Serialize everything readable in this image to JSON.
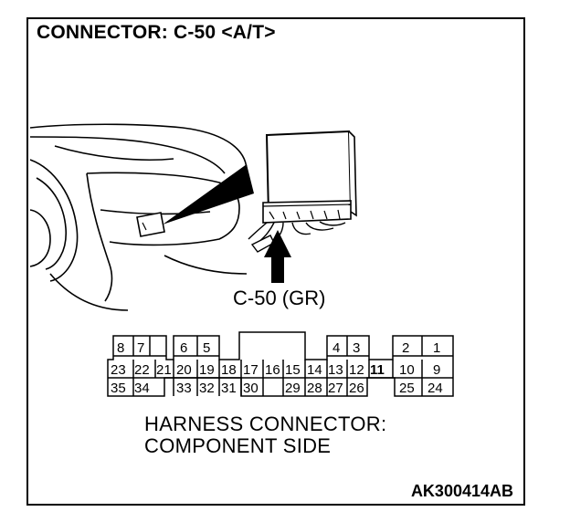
{
  "title": "CONNECTOR: C-50 <A/T>",
  "callout_label": "C-50 (GR)",
  "harness_line1": "HARNESS CONNECTOR:",
  "harness_line2": "COMPONENT SIDE",
  "figure_code": "AK300414AB",
  "pins": {
    "p1": "1",
    "p2": "2",
    "p3": "3",
    "p4": "4",
    "p5": "5",
    "p6": "6",
    "p7": "7",
    "p8": "8",
    "p9": "9",
    "p10": "10",
    "p11": "11",
    "p12": "12",
    "p13": "13",
    "p14": "14",
    "p15": "15",
    "p16": "16",
    "p17": "17",
    "p18": "18",
    "p19": "19",
    "p20": "20",
    "p21": "21",
    "p22": "22",
    "p23": "23",
    "p24": "24",
    "p25": "25",
    "p26": "26",
    "p27": "27",
    "p28": "28",
    "p29": "29",
    "p30": "30",
    "p31": "31",
    "p32": "32",
    "p33": "33",
    "p34": "34",
    "p35": "35"
  }
}
